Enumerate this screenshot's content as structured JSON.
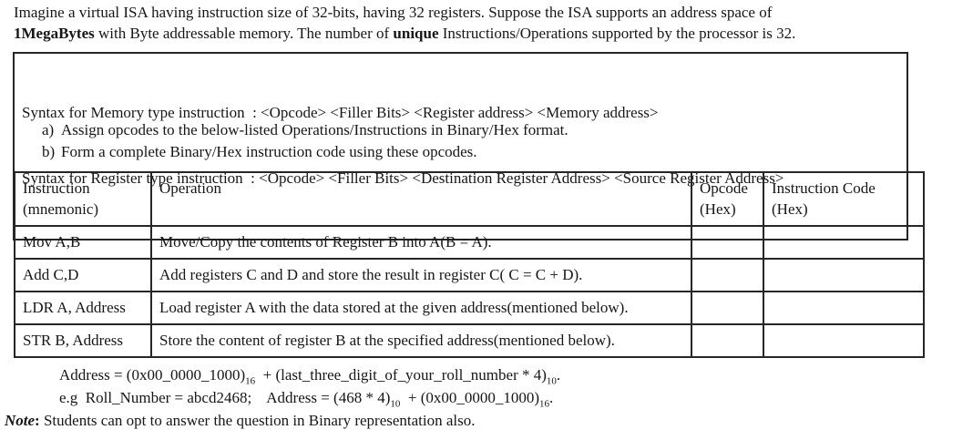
{
  "intro": {
    "line1": "Imagine a virtual ISA having instruction size of 32-bits, having 32 registers. Suppose the ISA supports an address space of",
    "line2_bold1": "1MegaBytes",
    "line2_text1": " with Byte addressable memory. The number of ",
    "line2_bold2": "unique",
    "line2_text2": " Instructions/Operations supported by the processor is 32."
  },
  "syntax_box": {
    "line1": "Syntax for Memory type instruction  : <Opcode> <Filler Bits> <Register address> <Memory address>",
    "line2": "Syntax for Register type instruction  : <Opcode> <Filler Bits> <Destination Register Address> <Source Register Address>"
  },
  "tasks": [
    {
      "label": "a)",
      "text": "Assign opcodes to the below-listed Operations/Instructions in Binary/Hex format."
    },
    {
      "label": "b)",
      "text": "Form a complete Binary/Hex instruction code using these opcodes."
    }
  ],
  "table": {
    "headers": {
      "instruction": [
        "Instruction",
        "(mnemonic)"
      ],
      "operation": "Operation",
      "opcode": [
        "Opcode",
        "(Hex)"
      ],
      "instruction_code": [
        "Instruction Code",
        "(Hex)"
      ]
    },
    "rows": [
      {
        "mnemonic": "Mov A,B",
        "operation": "Move/Copy the contents of Register B into A(B = A).",
        "opcode": "",
        "code": ""
      },
      {
        "mnemonic": "Add C,D",
        "operation": "Add registers C and D and store the result in register C( C = C + D).",
        "opcode": "",
        "code": ""
      },
      {
        "mnemonic": "LDR A, Address",
        "operation": "Load register A with the data stored at the given address(mentioned below).",
        "opcode": "",
        "code": ""
      },
      {
        "mnemonic": "STR B, Address",
        "operation": "Store the content of register B at the specified address(mentioned below).",
        "opcode": "",
        "code": ""
      }
    ]
  },
  "footer": {
    "address": {
      "p1": "Address = (0x00_0000_1000)",
      "s1": "16",
      "p2": "  + (last_three_digit_of_your_roll_number * 4)",
      "s2": "10",
      "p3": "."
    },
    "example": {
      "p1": "e.g  Roll_Number = abcd2468;    Address = (468 * 4)",
      "s1": "10",
      "p2": "  + (0x00_0000_1000)",
      "s2": "16",
      "p3": "."
    },
    "note": {
      "label": "Note",
      "colon": ": ",
      "text": "Students can opt to answer the question in Binary representation also."
    }
  }
}
